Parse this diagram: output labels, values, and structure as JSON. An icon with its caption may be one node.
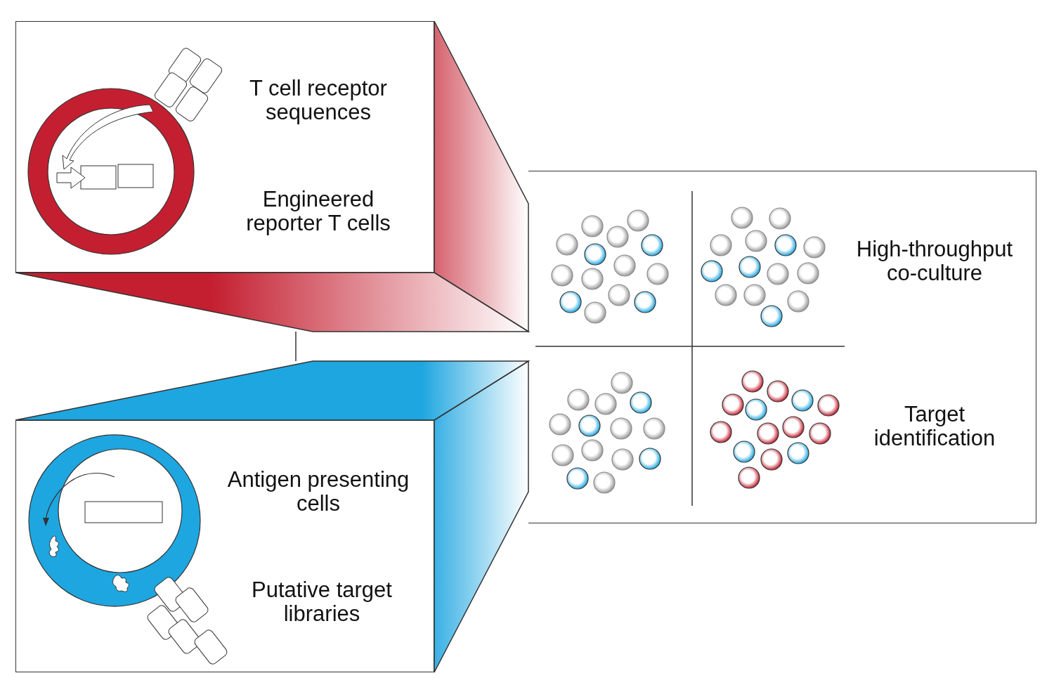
{
  "diagram": {
    "nodes": [
      {
        "text": [
          "T cell receptor sequences",
          "Engineered reporter T cells"
        ]
      },
      {
        "text": [
          "Antigen presenting cells",
          "Putative target libraries"
        ]
      },
      {
        "text": [
          "High-throughput co-culture",
          "Target identification"
        ]
      }
    ]
  }
}
